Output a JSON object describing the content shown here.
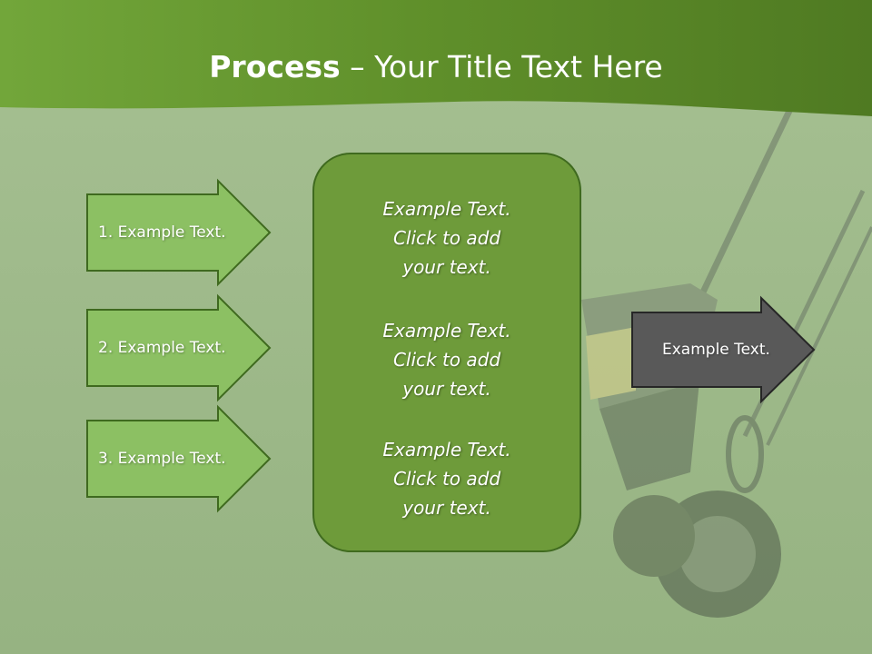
{
  "slide": {
    "title_bold": "Process",
    "title_rest": " – Your Title Text Here",
    "left_arrows": [
      {
        "label": "1. Example Text."
      },
      {
        "label": "2. Example Text."
      },
      {
        "label": "3. Example Text."
      }
    ],
    "center_box": {
      "paragraphs": [
        {
          "lines": [
            "Example Text.",
            "Click  to add",
            "your text."
          ]
        },
        {
          "lines": [
            "Example Text.",
            "Click  to add",
            "your text."
          ]
        },
        {
          "lines": [
            "Example Text.",
            "Click  to add",
            "your text."
          ]
        }
      ]
    },
    "right_arrow": {
      "label": "Example Text."
    }
  },
  "colors": {
    "header_green": "#5f8f2a",
    "light_arrow_fill": "#8cc063",
    "light_arrow_border": "#3f6a1f",
    "center_box_fill": "#6e9b3a",
    "dark_arrow_fill": "#595959",
    "dark_arrow_border": "#262626",
    "lawn_background": "#9fba8a"
  }
}
